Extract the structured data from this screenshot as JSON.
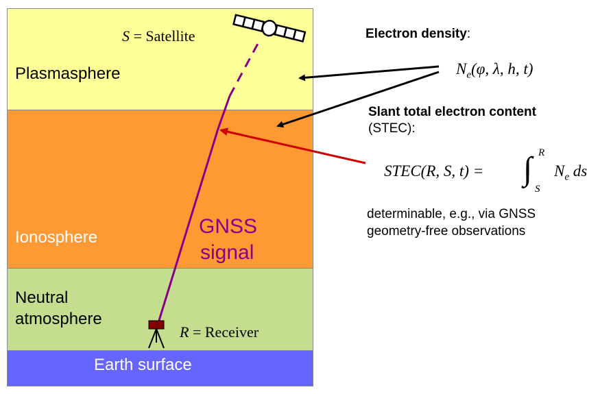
{
  "layers": {
    "plasmasphere": {
      "label": "Plasmasphere",
      "color": "#ffff99"
    },
    "ionosphere": {
      "label": "Ionosphere",
      "color": "#ff9933",
      "label_color": "#ffffff"
    },
    "neutral": {
      "label_line1": "Neutral",
      "label_line2": "atmosphere",
      "color": "#c4dd8e"
    },
    "earth": {
      "label": "Earth surface",
      "color": "#6666ff",
      "label_color": "#ffffff"
    }
  },
  "satellite": {
    "symbol": "S",
    "eq": "=",
    "name": "Satellite"
  },
  "receiver": {
    "symbol": "R",
    "eq": "=",
    "name": "Receiver"
  },
  "signal": {
    "line1": "GNSS",
    "line2": "signal",
    "color": "#880088"
  },
  "electron_density": {
    "title": "Electron density",
    "colon": ":",
    "formula_N": "N",
    "formula_sub": "e",
    "formula_args": "(φ, λ, h, t)"
  },
  "stec": {
    "title": "Slant total electron content",
    "subtitle": "(STEC):",
    "lhs": "STEC(R, S, t) =",
    "upper": "R",
    "lower": "S",
    "integrand_N": "N",
    "integrand_sub": "e",
    "integrand_ds": "ds"
  },
  "note": {
    "line1": "determinable, e.g., via GNSS",
    "line2": "geometry-free observations"
  },
  "arrow_colors": {
    "black": "#000000",
    "red": "#cc0000"
  }
}
